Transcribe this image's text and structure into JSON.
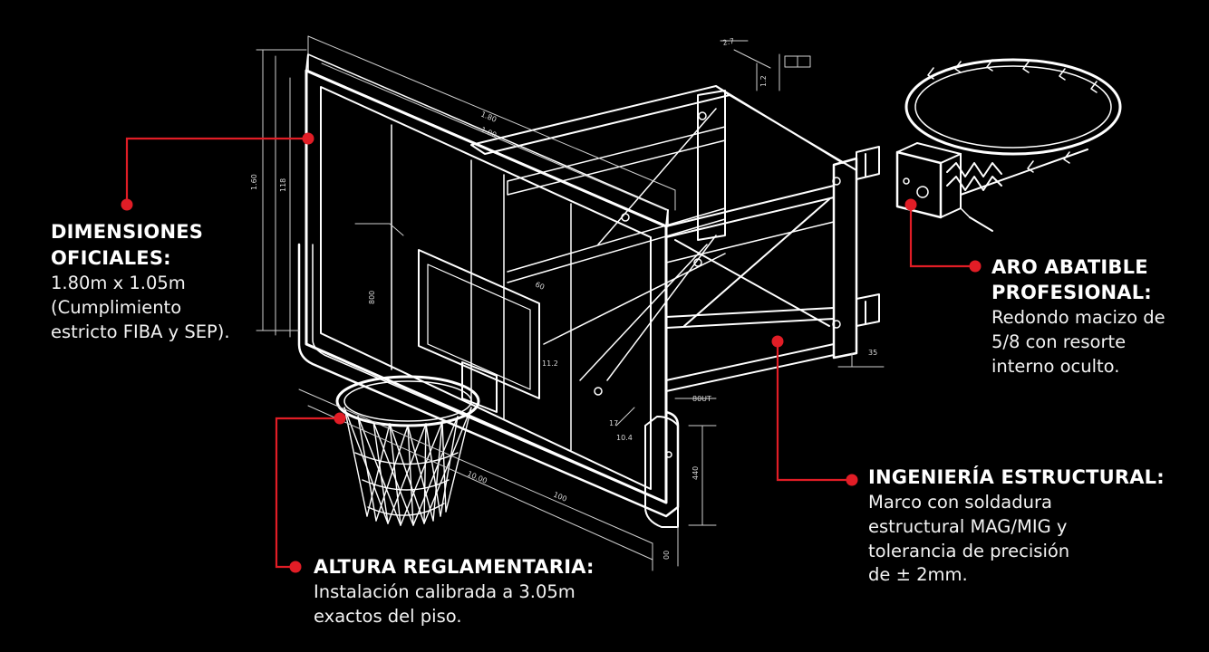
{
  "colors": {
    "background": "#000000",
    "linework": "#ffffff",
    "accent": "#e11d26"
  },
  "callouts": {
    "dimensions": {
      "title_line1": "DIMENSIONES",
      "title_line2": "OFICIALES:",
      "body": "1.80m x 1.05m\n(Cumplimiento\nestricto FIBA y SEP)."
    },
    "aro": {
      "title_line1": "ARO ABATIBLE",
      "title_line2": "PROFESIONAL:",
      "body": "Redondo macizo de\n5/8 con resorte\ninterno oculto."
    },
    "ingenieria": {
      "title": "INGENIERÍA ESTRUCTURAL:",
      "body": "Marco con soldadura\nestructural MAG/MIG y\ntolerancia de precisión\nde ± 2mm."
    },
    "altura": {
      "title": "ALTURA REGLAMENTARIA:",
      "body": "Instalación calibrada a 3.05m\nexactos del piso."
    }
  },
  "dimension_labels": {
    "top_width_outer": "1.80",
    "top_width_inner": "1.00",
    "height_outer": "1.60",
    "height_inner": "118",
    "bottom_length": "100",
    "bottom_length_2": "10.00",
    "side_depth": "440",
    "corner_small": "00",
    "bracket_27": "2.7",
    "bracket_12": "1.2",
    "bracket_35": "35",
    "plate_60": "60",
    "plate_112": "11.2",
    "plate_800": "800",
    "label_80ut": "80UT",
    "label_17": "17",
    "label_10": "10.4"
  }
}
